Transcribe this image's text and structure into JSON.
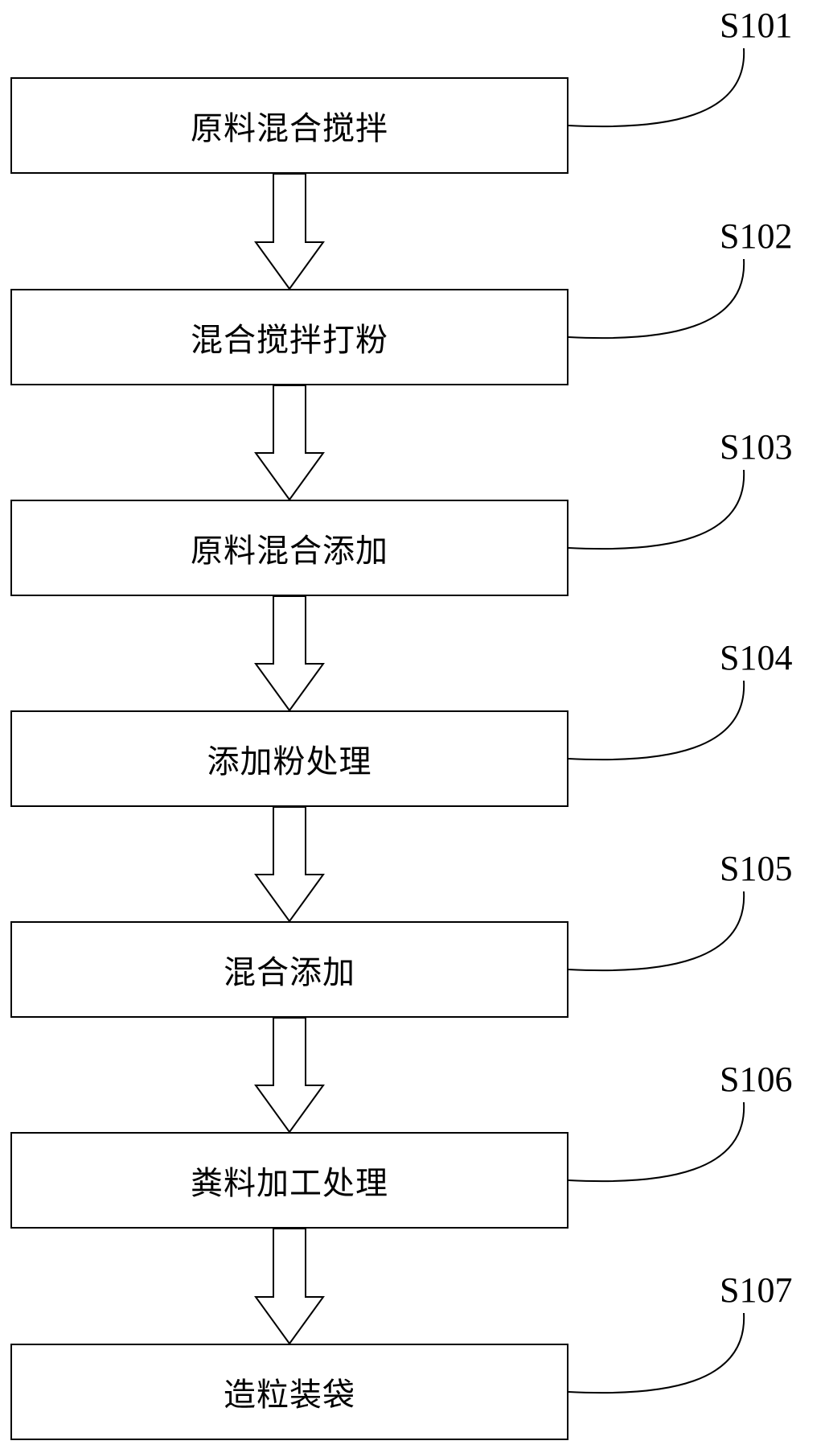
{
  "colors": {
    "line": "#000000",
    "background": "#ffffff"
  },
  "steps": [
    {
      "code": "S101",
      "label": "原料混合搅拌"
    },
    {
      "code": "S102",
      "label": "混合搅拌打粉"
    },
    {
      "code": "S103",
      "label": "原料混合添加"
    },
    {
      "code": "S104",
      "label": "添加粉处理"
    },
    {
      "code": "S105",
      "label": "混合添加"
    },
    {
      "code": "S106",
      "label": "粪料加工处理"
    },
    {
      "code": "S107",
      "label": "造粒装袋"
    }
  ]
}
